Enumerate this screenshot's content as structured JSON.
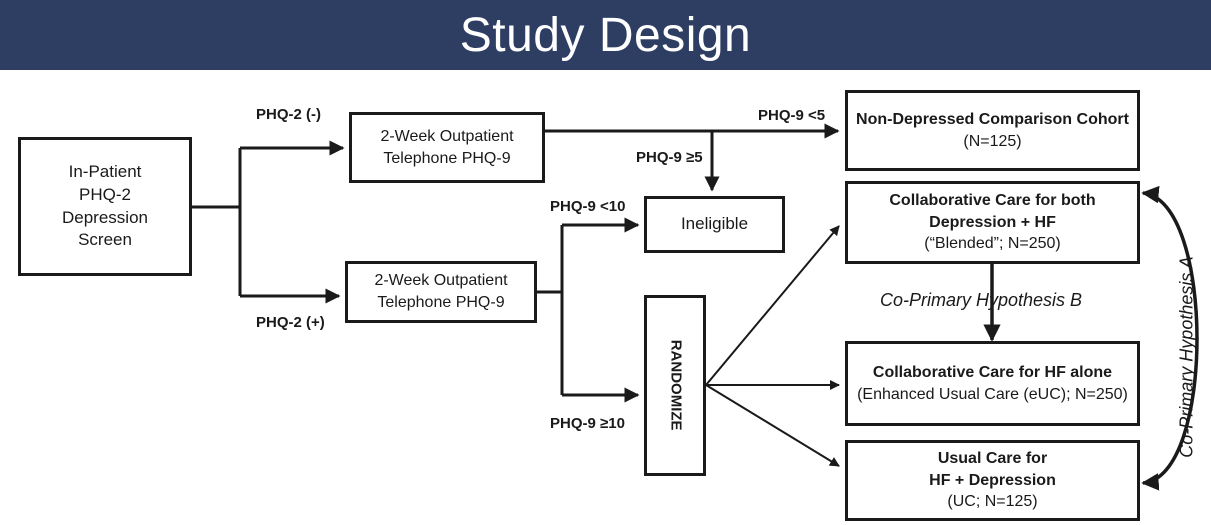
{
  "header": {
    "title": "Study Design"
  },
  "boxes": {
    "screen": [
      "In-Patient",
      "PHQ-2",
      "Depression",
      "Screen"
    ],
    "outpatient_top": [
      "2-Week Outpatient",
      "Telephone PHQ-9"
    ],
    "outpatient_bottom": [
      "2-Week Outpatient",
      "Telephone PHQ-9"
    ],
    "ineligible": "Ineligible",
    "randomize": "RANDOMIZE",
    "non_depressed": {
      "title": "Non-Depressed Comparison Cohort",
      "sub": "(N=125)"
    },
    "blended": {
      "line1": "Collaborative Care for both",
      "line2": "Depression + HF",
      "sub": "(“Blended”; N=250)"
    },
    "hf_alone": {
      "title": "Collaborative Care for HF alone",
      "sub": "(Enhanced Usual Care (eUC); N=250)"
    },
    "usual_care": {
      "line1": "Usual Care for",
      "line2": "HF + Depression",
      "sub": "(UC;  N=125)"
    }
  },
  "labels": {
    "phq2_neg": "PHQ-2 (-)",
    "phq2_pos": "PHQ-2 (+)",
    "phq9_lt5": "PHQ-9 <5",
    "phq9_ge5": "PHQ-9 ≥5",
    "phq9_lt10": "PHQ-9 <10",
    "phq9_ge10": "PHQ-9 ≥10"
  },
  "hypotheses": {
    "b": "Co-Primary Hypothesis B",
    "a": "Co-Primary Hypothesis A"
  },
  "colors": {
    "header_bg": "#2e3e63",
    "line": "#1a1a1a"
  }
}
